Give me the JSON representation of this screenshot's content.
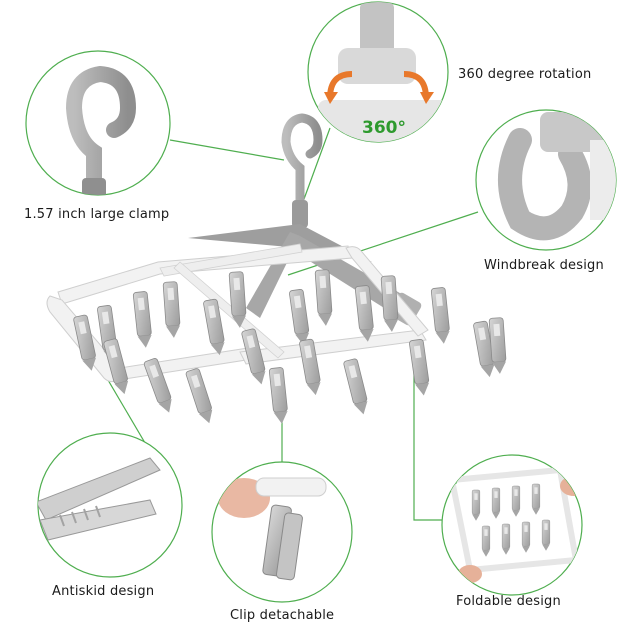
{
  "features": {
    "clamp": "1.57 inch large clamp",
    "rotation": "360 degree rotation",
    "rotation_badge": "360°",
    "windbreak": "Windbreak design",
    "antiskid": "Antiskid design",
    "detachable": "Clip detachable",
    "foldable": "Foldable design"
  },
  "colors": {
    "leader_line": "#4fae4f",
    "circle_border": "#4fae4f",
    "plastic_white": "#f4f4f4",
    "clip_grey": "#b8b8b8",
    "hook_grey": "#a9a9a9"
  }
}
